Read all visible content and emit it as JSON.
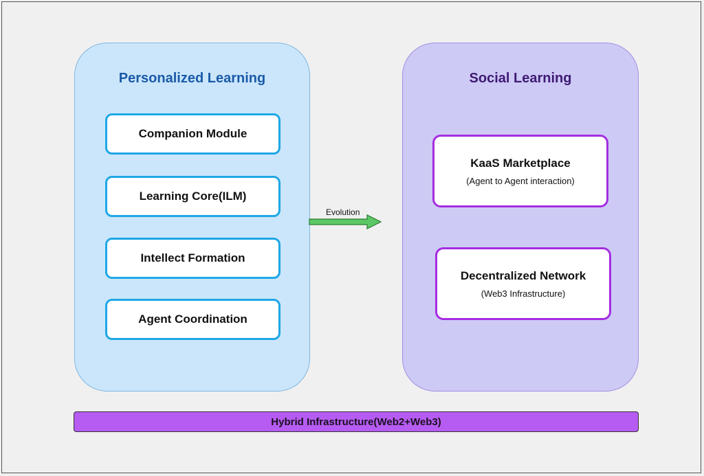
{
  "personalized": {
    "title": "Personalized Learning",
    "boxes": [
      "Companion Module",
      "Learning Core(ILM)",
      "Intellect Formation",
      "Agent Coordination"
    ]
  },
  "social": {
    "title": "Social Learning",
    "boxes": [
      {
        "main": "KaaS Marketplace",
        "sub": "(Agent to Agent interaction)"
      },
      {
        "main": "Decentralized Network",
        "sub": "(Web3 Infrastructure)"
      }
    ]
  },
  "arrow": {
    "label": "Evolution",
    "color": "#3cb043"
  },
  "infrastructure": {
    "label": "Hybrid Infrastructure(Web2+Web3)"
  },
  "colors": {
    "left_panel": "#cbe6fb",
    "right_panel": "#cdcaf6",
    "blue_border": "#1ea7e6",
    "purple_border": "#a52de0",
    "infra_bar": "#b65cf2"
  }
}
